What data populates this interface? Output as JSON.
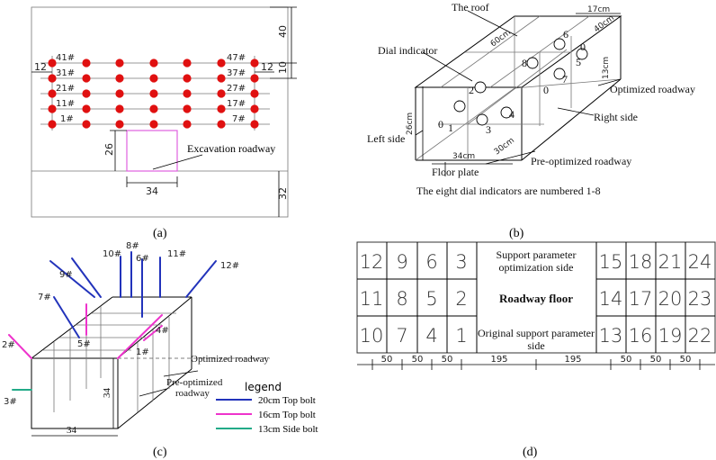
{
  "panel_a": {
    "caption": "(a)",
    "point_labels": [
      "41#",
      "31#",
      "21#",
      "11#",
      "1#",
      "47#",
      "37#",
      "27#",
      "17#",
      "7#"
    ],
    "dims": {
      "top": "40",
      "right_small": "10",
      "left_gap": "12",
      "right_gap": "12",
      "height_26": "26",
      "width_34": "34",
      "bottom_32": "32"
    },
    "excavation_label": "Excavation roadway"
  },
  "panel_b": {
    "caption": "(b)",
    "labels": {
      "roof": "The roof",
      "dial_indicator": "Dial indicator",
      "optimized_roadway": "Optimized roadway",
      "right_side": "Right side",
      "left_side": "Left side",
      "floor_plate": "Floor plate",
      "pre_optimized": "Pre-optimized  roadway",
      "note": "The eight dial indicators are numbered 1-8"
    },
    "dims": {
      "d17": "17cm",
      "d60": "60cm",
      "d40": "40cm",
      "d13": "13cm",
      "d26": "26cm",
      "d34": "34cm",
      "d30": "30cm"
    },
    "dial_numbers": [
      "1",
      "2",
      "3",
      "4",
      "5",
      "6",
      "7",
      "8"
    ],
    "zero_marks": [
      "0",
      "0",
      "0"
    ]
  },
  "panel_c": {
    "caption": "(c)",
    "bolt_labels": [
      "1#",
      "2#",
      "3#",
      "4#",
      "5#",
      "6#",
      "7#",
      "8#",
      "9#",
      "10#",
      "11#",
      "12#"
    ],
    "optimized_roadway": "Optimized roadway",
    "pre_optimized": "Pre-optimized",
    "pre_optimized_2": "roadway",
    "dims": {
      "w34": "34",
      "h34": "34"
    },
    "legend": {
      "title": "legend",
      "items": [
        {
          "label": "20cm   Top bolt",
          "color": "#2233bb"
        },
        {
          "label": "16cm   Top bolt",
          "color": "#ee33cc"
        },
        {
          "label": "13cm   Side bolt",
          "color": "#22aa88"
        }
      ]
    }
  },
  "panel_d": {
    "caption": "(d)",
    "grid_left": [
      [
        "12",
        "9",
        "6",
        "3"
      ],
      [
        "11",
        "8",
        "5",
        "2"
      ],
      [
        "10",
        "7",
        "4",
        "1"
      ]
    ],
    "grid_right": [
      [
        "15",
        "18",
        "21",
        "24"
      ],
      [
        "14",
        "17",
        "20",
        "23"
      ],
      [
        "13",
        "16",
        "19",
        "22"
      ]
    ],
    "center": {
      "top": "Support parameter optimization side",
      "top_line1": "Support parameter",
      "top_line2": "optimization side",
      "middle": "Roadway floor",
      "bottom_line1": "Original support parameter",
      "bottom_line2": "side"
    },
    "dims": [
      "50",
      "50",
      "50",
      "195",
      "195",
      "50",
      "50",
      "50"
    ]
  },
  "colors": {
    "red_dot": "#e01010",
    "blue": "#2233bb",
    "magenta": "#ee33cc",
    "teal": "#22aa88",
    "excavation": "#e060e0"
  }
}
